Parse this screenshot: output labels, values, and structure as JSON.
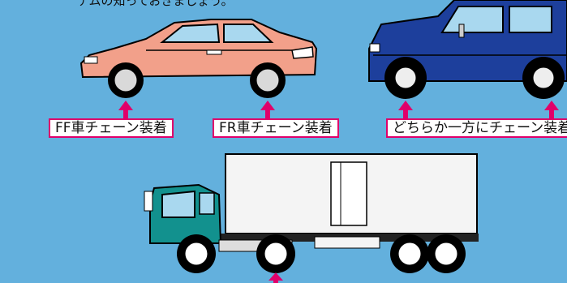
{
  "top_text": "テムの知っておきましょう。",
  "labels": {
    "ff": "FF車チェーン装着",
    "fr": "FR車チェーン装着",
    "either": "どちらか一方にチェーン装着"
  },
  "colors": {
    "background": "#63b0dd",
    "accent": "#e0006a",
    "sedan": "#f2a08a",
    "suv": "#1d3f9c",
    "truck_cab": "#12918e"
  }
}
